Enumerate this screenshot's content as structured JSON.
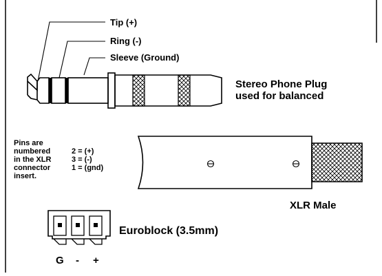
{
  "plug": {
    "tip_label": "Tip (+)",
    "ring_label": "Ring (-)",
    "sleeve_label": "Sleeve (Ground)",
    "caption_line1": "Stereo Phone Plug",
    "caption_line2": "used for balanced"
  },
  "xlr": {
    "pins_note": [
      "Pins are",
      "numbered",
      "in the XLR",
      "connector",
      "insert."
    ],
    "pin_map": [
      "2 = (+)",
      "3 = (-)",
      "1 = (gnd)"
    ],
    "caption": "XLR Male"
  },
  "euroblock": {
    "caption": "Euroblock (3.5mm)",
    "pin_labels": [
      "G",
      "-",
      "+"
    ]
  }
}
